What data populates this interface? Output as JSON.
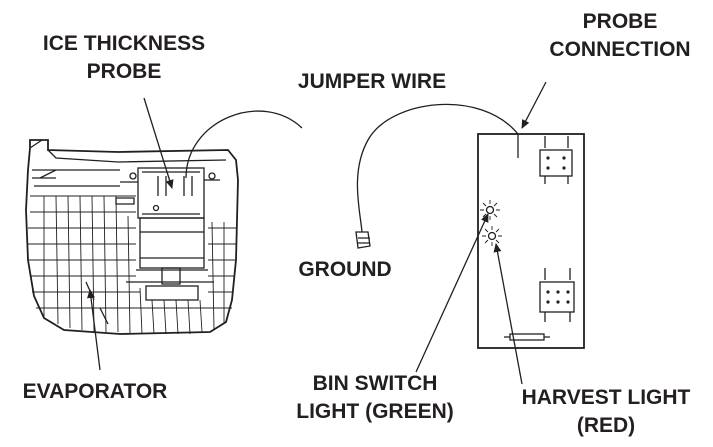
{
  "labels": {
    "ice_probe": [
      "ICE THICKNESS",
      "PROBE"
    ],
    "jumper": "JUMPER WIRE",
    "probe_conn": [
      "PROBE",
      "CONNECTION"
    ],
    "ground": "GROUND",
    "evaporator": "EVAPORATOR",
    "bin_switch": [
      "BIN SWITCH",
      "LIGHT (GREEN)"
    ],
    "harvest": [
      "HARVEST LIGHT",
      "(RED)"
    ]
  },
  "colors": {
    "ink": "#231f20",
    "background": "#ffffff"
  }
}
